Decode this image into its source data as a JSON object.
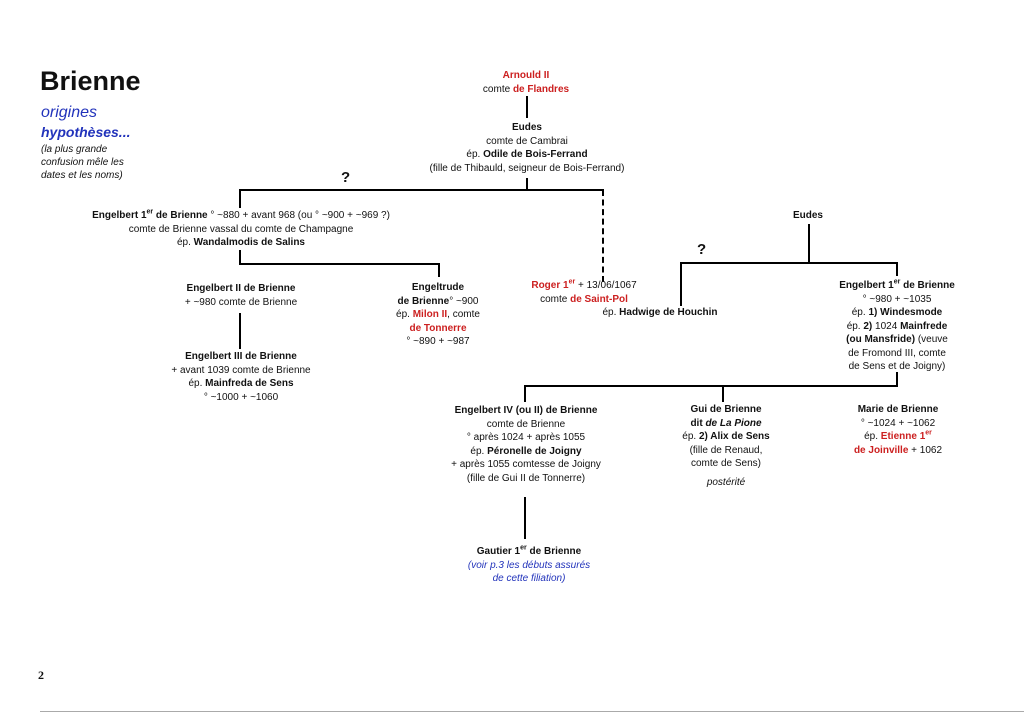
{
  "header": {
    "title": "Brienne",
    "subtitle": "origines",
    "subtitle2": "hypothèses...",
    "note": [
      "(la plus grande",
      "confusion mêle les",
      "dates et les noms)"
    ]
  },
  "page_number": "2",
  "question_marks": [
    "?",
    "?"
  ],
  "people": {
    "arnould": {
      "name": "Arnould II",
      "line2a": "comte ",
      "line2b": "de Flandres"
    },
    "eudes_top": {
      "name": "Eudes",
      "l1": "comte de Cambrai",
      "l2a": "ép. ",
      "l2b": "Odile de Bois-Ferrand",
      "l3": "(fille de Thibauld, seigneur de Bois-Ferrand)"
    },
    "engelbert1": {
      "name_a": "Engelbert 1",
      "sup": "er",
      "name_b": " de Brienne",
      "dates": " ° ~880 + avant 968 (ou ° ~900 + ~969 ?)",
      "l2": "comte de Brienne vassal du comte de Champagne",
      "l3a": "ép. ",
      "l3b": "Wandalmodis de Salins"
    },
    "engelbert2": {
      "name": "Engelbert II de Brienne",
      "l2": "+ ~980 comte de Brienne"
    },
    "engeltrude": {
      "l1": "Engeltrude",
      "l2a": "de Brienne",
      "l2b": "° ~900",
      "l3a": "ép. ",
      "l3b": "Milon II",
      "l3c": ", comte",
      "l4": "de Tonnerre",
      "l5": "° ~890 + ~987"
    },
    "engelbert3": {
      "name": "Engelbert III de Brienne",
      "l2": "+ avant 1039 comte de Brienne",
      "l3a": "ép. ",
      "l3b": "Mainfreda de Sens",
      "l4": "° ~1000 + ~1060"
    },
    "roger": {
      "name_a": "Roger 1",
      "sup": "er",
      "dates": " + 13/06/1067",
      "l2a": "comte ",
      "l2b": "de Saint-Pol"
    },
    "hadwige": {
      "l1a": "ép. ",
      "l1b": "Hadwige de Houchin"
    },
    "eudes_right": {
      "name": "Eudes"
    },
    "engelbert1_right": {
      "name_a": "Engelbert 1",
      "sup": "er",
      "name_b": " de Brienne",
      "l2": "° ~980 + ~1035",
      "l3a": "ép. ",
      "l3b": "1) Windesmode",
      "l4a": "ép. ",
      "l4b": "2) ",
      "l4c": "1024 ",
      "l4d": "Mainfrede",
      "l5a": "(ou Mansfride)",
      "l5b": " (veuve",
      "l6": "de Fromond III, comte",
      "l7": "de Sens et de Joigny)"
    },
    "engelbert4": {
      "name": "Engelbert IV (ou II) de Brienne",
      "l2": "comte de Brienne",
      "l3": "° après 1024 + après 1055",
      "l4a": "ép. ",
      "l4b": "Péronelle de Joigny",
      "l5": "+ après 1055 comtesse de Joigny",
      "l6": "(fille de Gui II de Tonnerre)"
    },
    "gui": {
      "name": "Gui de Brienne",
      "l2a": "dit ",
      "l2b": "de La Pione",
      "l3a": "ép. ",
      "l3b": "2) Alix de Sens",
      "l4": "(fille de Renaud,",
      "l5": "comte de Sens)",
      "l6": "postérité"
    },
    "marie": {
      "name": "Marie de Brienne",
      "l2": "° ~1024 + ~1062",
      "l3a": "ép. ",
      "l3b": "Etienne 1",
      "sup": "er",
      "l4a": "de Joinville",
      "l4b": " + 1062"
    },
    "gautier": {
      "name_a": "Gautier 1",
      "sup": "er",
      "name_b": " de Brienne",
      "l2": "(voir p.3 les débuts assurés",
      "l3": "de cette filiation)"
    }
  }
}
